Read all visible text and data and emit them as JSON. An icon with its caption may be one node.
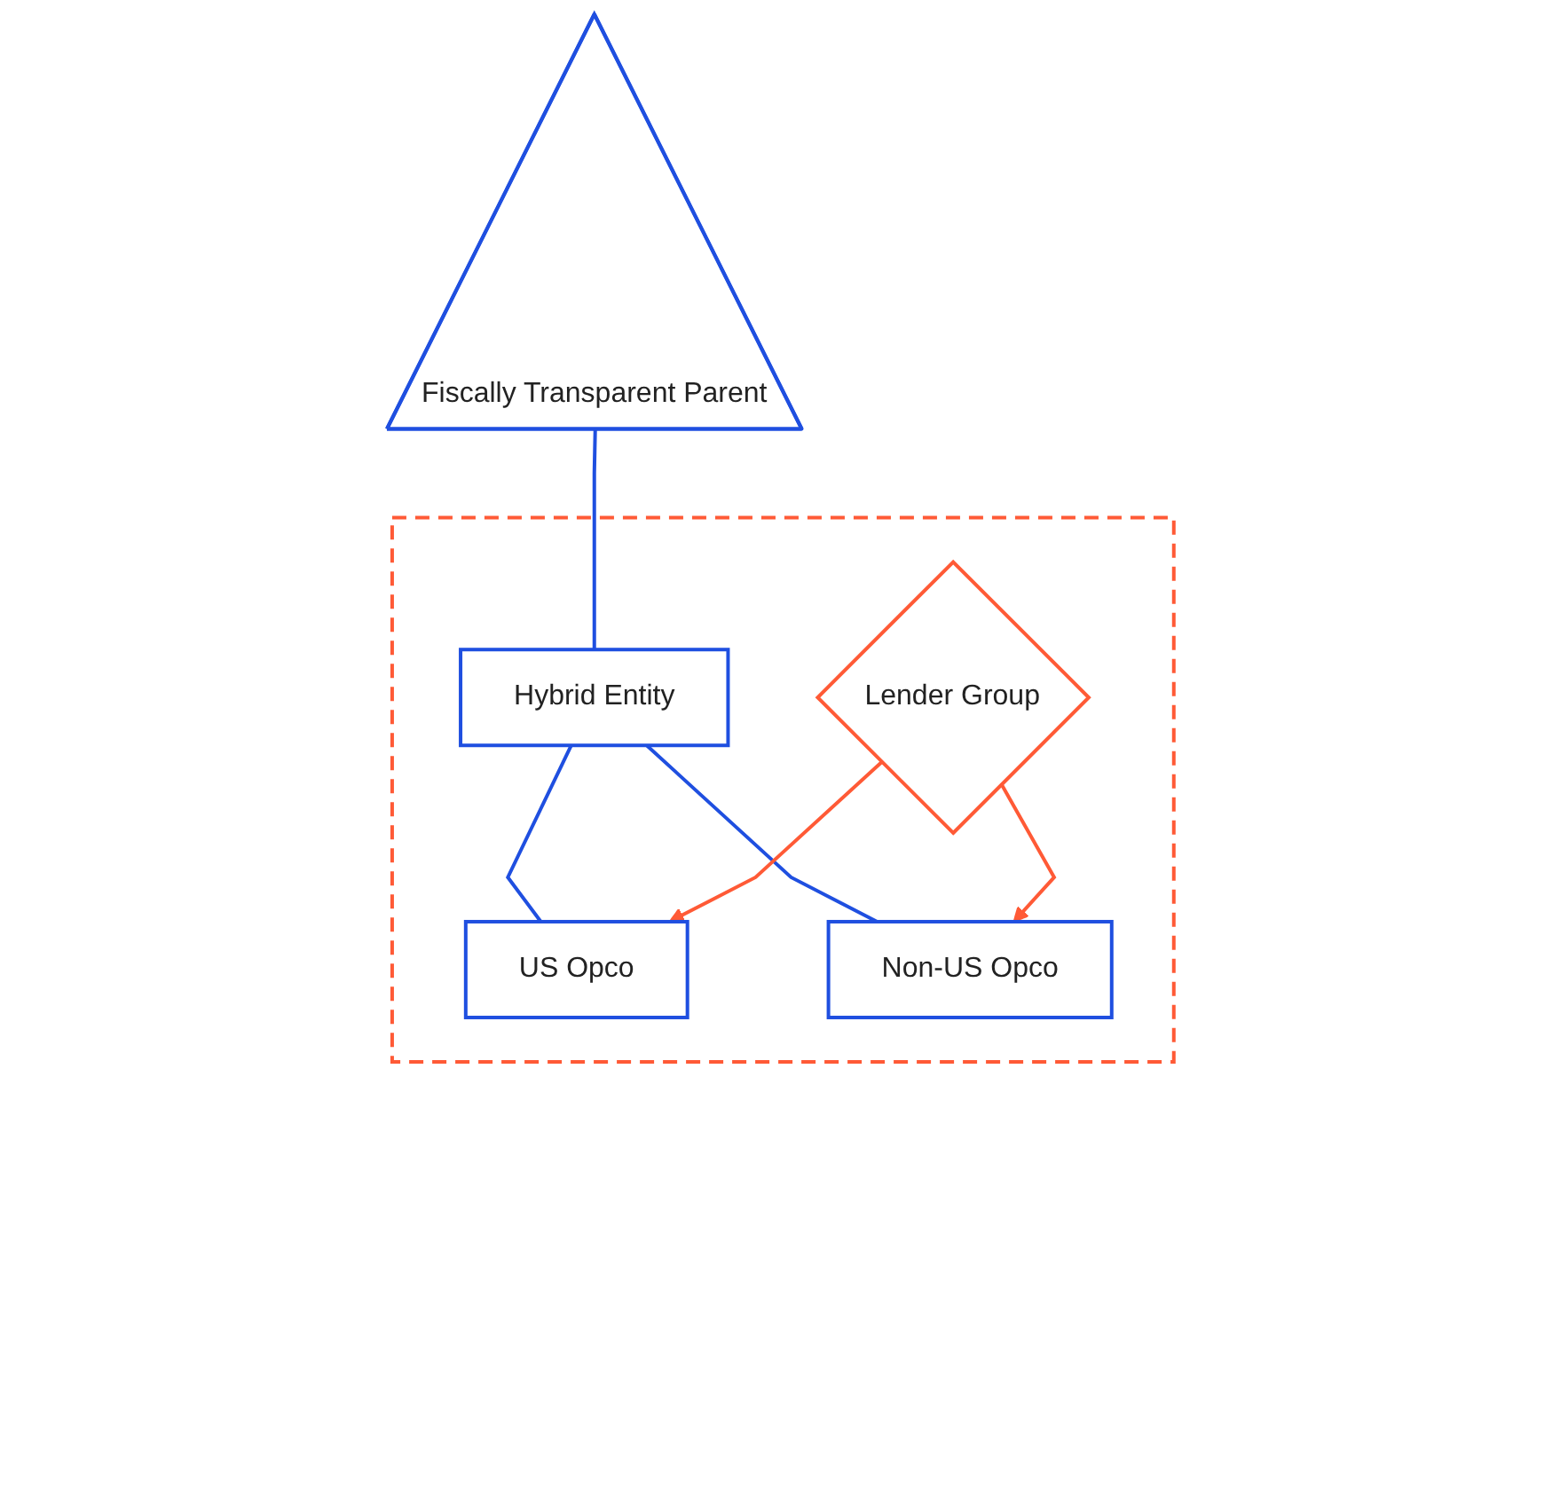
{
  "diagram": {
    "nodes": [
      {
        "text": [
          "Fiscally Transparent Parent"
        ]
      },
      {
        "text": [],
        "shape": "box"
      },
      {
        "text": [
          "Hybrid Entity"
        ],
        "in": 1
      },
      {
        "text": [
          "Lender Group"
        ],
        "in": 1
      },
      {
        "text": [
          "US Opco"
        ],
        "in": 1
      },
      {
        "text": [
          "Non-US Opco"
        ],
        "in": 1
      }
    ],
    "edges": [
      {
        "from": 0,
        "to": 2,
        "arrow": "none"
      },
      {
        "from": 2,
        "to": 4,
        "arrow": "none"
      },
      {
        "from": 2,
        "to": 5,
        "arrow": "none"
      },
      {
        "from": 3,
        "to": 4,
        "arrow": "to",
        "color": "#ff5a36"
      },
      {
        "from": 3,
        "to": 5,
        "arrow": "to",
        "color": "#ff5a36"
      }
    ]
  }
}
